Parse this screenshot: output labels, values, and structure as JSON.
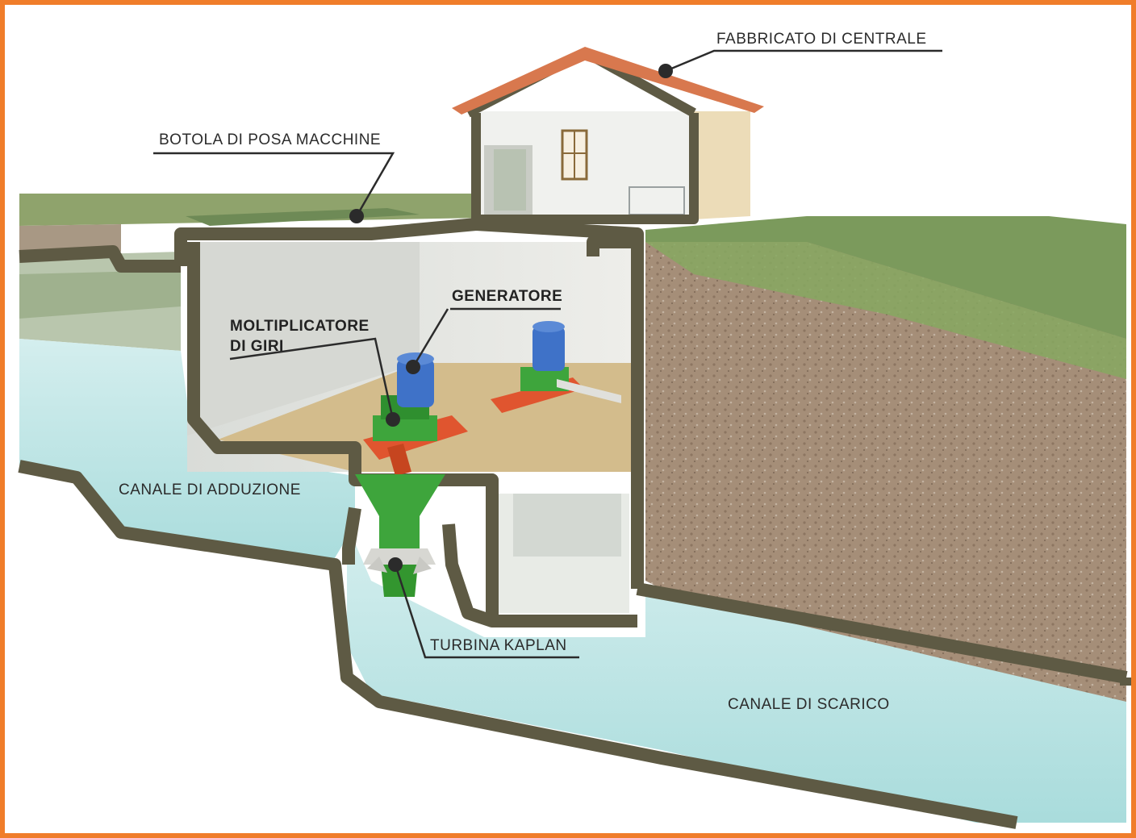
{
  "colors": {
    "frame": "#f07d2a",
    "wall": "#5e5a44",
    "water": "#bfe6e6",
    "soil": "#a48c77",
    "grass": "#7a9a5e",
    "roof": "#d8784e",
    "turbine": "#3ea53c",
    "generator": "#3f72c8",
    "base": "#e0552f"
  },
  "labels": {
    "fabbricato": "FABBRICATO DI CENTRALE",
    "botola": "BOTOLA DI POSA MACCHINE",
    "generatore": "GENERATORE",
    "moltiplicatore_1": "MOLTIPLICATORE",
    "moltiplicatore_2": "DI GIRI",
    "adduzione": "CANALE DI ADDUZIONE",
    "turbina": "TURBINA KAPLAN",
    "scarico": "CANALE DI SCARICO"
  }
}
